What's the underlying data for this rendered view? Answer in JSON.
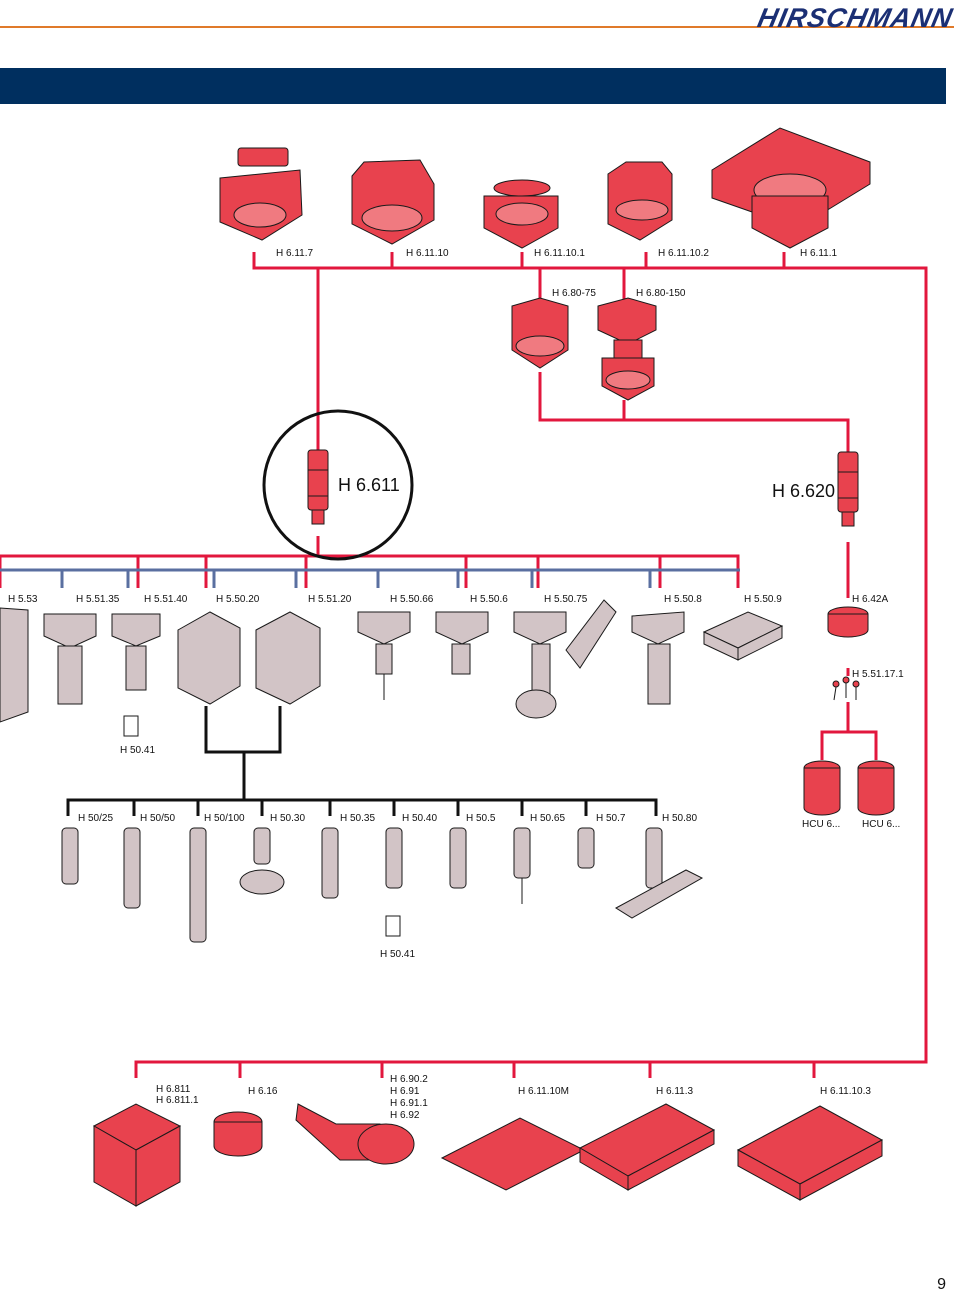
{
  "header": {
    "brand": "HIRSCHMANN"
  },
  "page_number": "9",
  "colors": {
    "connector_red": "#e2173d",
    "connector_blue": "#5a6fa0",
    "part_red": "#e8424e",
    "part_grey": "#d2c4c6",
    "circle_black": "#111111",
    "banner_navy": "#002f5f",
    "header_rule": "#e07a2a"
  },
  "top_row": [
    "H 6.11.7",
    "H 6.11.10",
    "H 6.11.10.1",
    "H 6.11.10.2",
    "H 6.11.1"
  ],
  "mid_pair": [
    "H 6.80-75",
    "H 6.80-150"
  ],
  "h6611": "H 6.611",
  "h6620": "H 6.620",
  "row3": [
    "H 5.53",
    "H 5.51.35",
    "H 5.51.40",
    "H 5.50.20",
    "H 5.51.20",
    "H 5.50.66",
    "H 5.50.6",
    "H 5.50.75",
    "H 5.50.8",
    "H 5.50.9"
  ],
  "right_branch": {
    "label_a": "H 6.42A",
    "label_b": "H 5.51.17.1",
    "hcu": [
      "HCU 6...",
      "HCU 6..."
    ]
  },
  "collet_1": "H 50.41",
  "row4": [
    "H 50/25",
    "H 50/50",
    "H 50/100",
    "H 50.30",
    "H 50.35",
    "H 50.40",
    "H 50.5",
    "H 50.65",
    "H 50.7",
    "H 50.80"
  ],
  "collet_2": "H 50.41",
  "bottom_row": [
    "H 6.811",
    "H 6.811.1",
    "H 6.16",
    "H 6.90.2",
    "H 6.91",
    "H 6.91.1",
    "H 6.92",
    "H 6.11.10M",
    "H 6.11.3",
    "H 6.11.10.3"
  ]
}
